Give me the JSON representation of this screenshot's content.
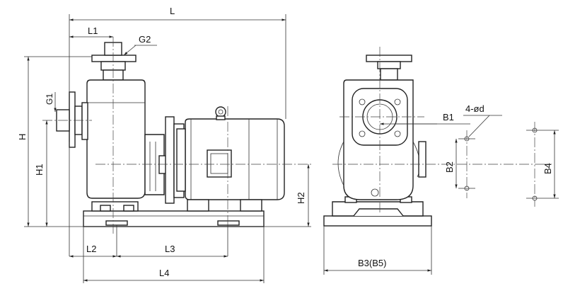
{
  "labels": {
    "L": "L",
    "L1": "L1",
    "G2": "G2",
    "G1": "G1",
    "H": "H",
    "H1": "H1",
    "H2": "H2",
    "L2": "L2",
    "L3": "L3",
    "L4": "L4",
    "B1": "B1",
    "B2": "B2",
    "B4": "B4",
    "B3B5": "B3(B5)",
    "hole": "4-ød"
  }
}
